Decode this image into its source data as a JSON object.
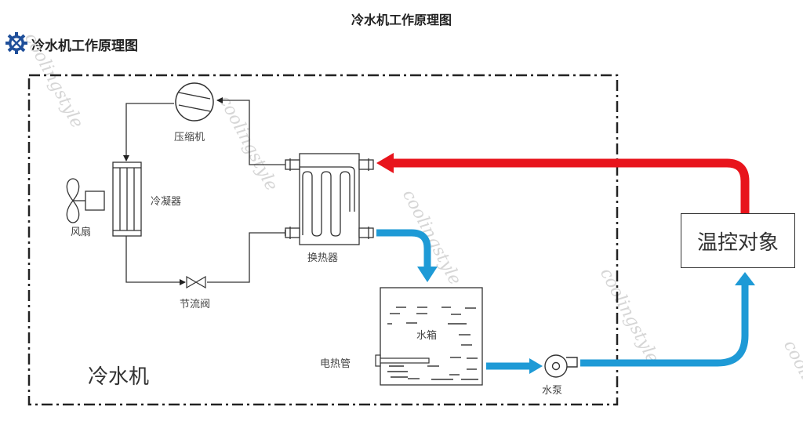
{
  "header": {
    "title": "冷水机工作原理图",
    "logo_title": "冷水机工作原理图",
    "logo_icon": "gear-icon"
  },
  "diagram": {
    "enclosure_label": "冷水机",
    "components": {
      "compressor": "压缩机",
      "condenser": "冷凝器",
      "fan": "风扇",
      "expansion_valve": "节流阀",
      "heat_exchanger": "换热器",
      "water_tank": "水箱",
      "electric_heater": "电热管",
      "water_pump": "水泵",
      "controlled_object": "温控对象"
    },
    "flows": {
      "return_color": "#e8141c",
      "supply_color": "#1e9ad6"
    },
    "watermark": "coolingstyle"
  }
}
